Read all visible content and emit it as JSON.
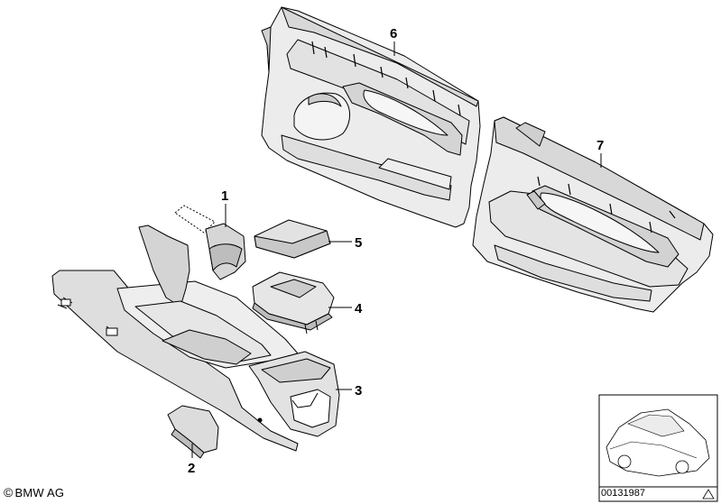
{
  "callouts": {
    "c1": "1",
    "c2": "2",
    "c3": "3",
    "c4": "4",
    "c5": "5",
    "c6": "6",
    "c7": "7"
  },
  "footer": {
    "copyright_symbol": "©",
    "copyright_text": "BMW AG",
    "document_number": "00131987"
  },
  "colors": {
    "line": "#000000",
    "fill_light": "#f2f2f2",
    "fill_mid": "#dcdcdc",
    "fill_dark": "#b8b8b8"
  }
}
